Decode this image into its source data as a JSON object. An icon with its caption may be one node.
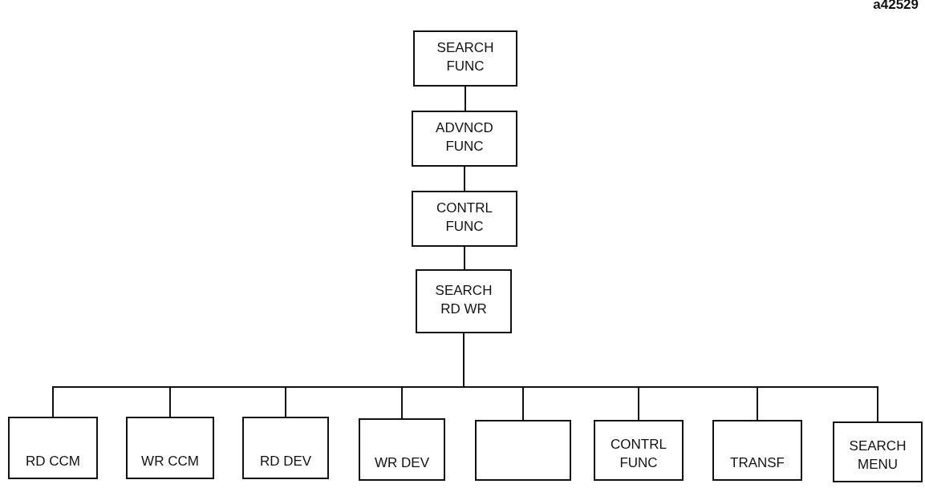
{
  "diagram": {
    "nodes": [
      {
        "text": [
          "SEARCH FUNC"
        ]
      },
      {
        "text": [
          "ADVNCD FUNC"
        ]
      },
      {
        "text": [
          "CONTRL FUNC"
        ]
      },
      {
        "text": [
          "SEARCH RD WR"
        ]
      },
      {
        "text": [
          "RD CCM"
        ]
      },
      {
        "text": [
          "WR CCM"
        ]
      },
      {
        "text": [
          "RD DEV"
        ]
      },
      {
        "text": [
          "WR DEV"
        ]
      },
      {
        "text": [],
        "shape": "box"
      },
      {
        "text": [
          "CONTRL FUNC"
        ]
      },
      {
        "text": [
          "TRANSF"
        ]
      },
      {
        "text": [
          "SEARCH MENU"
        ]
      }
    ],
    "edges": [
      {
        "from": 0,
        "to": 1,
        "arrow": "none"
      },
      {
        "from": 1,
        "to": 2,
        "arrow": "none"
      },
      {
        "from": 2,
        "to": 3,
        "arrow": "none"
      },
      {
        "from": 3,
        "to": 4,
        "arrow": "none"
      },
      {
        "from": 3,
        "to": 5,
        "arrow": "none"
      },
      {
        "from": 3,
        "to": 6,
        "arrow": "none"
      },
      {
        "from": 3,
        "to": 7,
        "arrow": "none"
      },
      {
        "from": 3,
        "to": 8,
        "arrow": "none"
      },
      {
        "from": 3,
        "to": 9,
        "arrow": "none"
      },
      {
        "from": 3,
        "to": 10,
        "arrow": "none"
      },
      {
        "from": 3,
        "to": 11,
        "arrow": "none"
      }
    ],
    "labels": [
      "a42529"
    ]
  }
}
